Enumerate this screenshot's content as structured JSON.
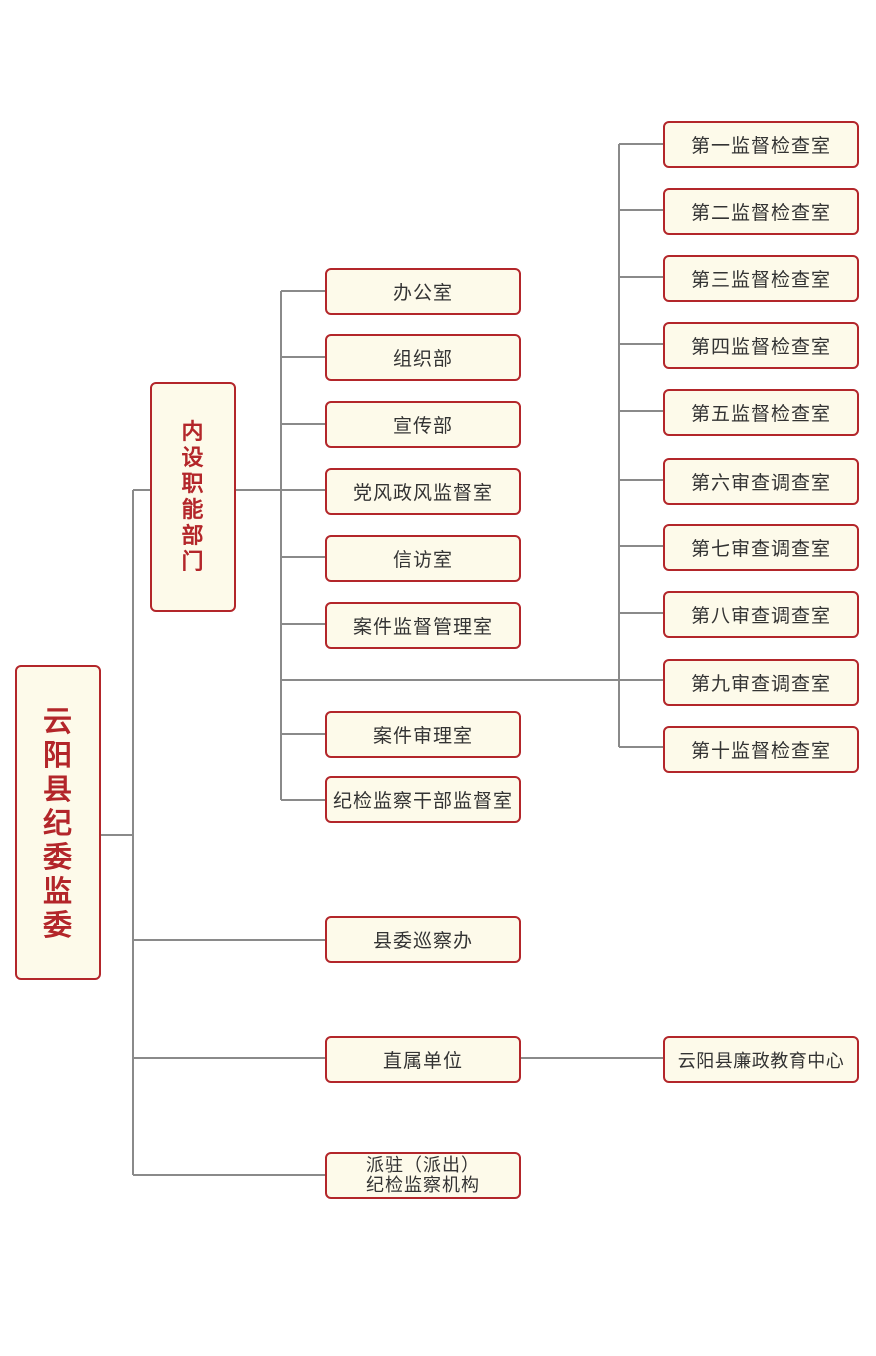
{
  "root": {
    "label": "云阳县纪委监委"
  },
  "internal": {
    "label": "内设职能部门"
  },
  "internal_departments": [
    "办公室",
    "组织部",
    "宣传部",
    "党风政风监督室",
    "信访室",
    "案件监督管理室",
    "案件审理室",
    "纪检监察干部监督室"
  ],
  "inspection_rooms": [
    "第一监督检查室",
    "第二监督检查室",
    "第三监督检查室",
    "第四监督检查室",
    "第五监督检查室",
    "第六审查调查室",
    "第七审查调查室",
    "第八审查调查室",
    "第九审查调查室",
    "第十监督检查室"
  ],
  "patrol_office": "县委巡察办",
  "affiliated": {
    "label": "直属单位",
    "child": "云阳县廉政教育中心"
  },
  "stationed": {
    "line1": "派驻（派出）",
    "line2": "纪检监察机构"
  },
  "colors": {
    "border": "#b3262a",
    "fill": "#fdfaea",
    "line": "#8a8a8a",
    "title": "#b3262a"
  }
}
